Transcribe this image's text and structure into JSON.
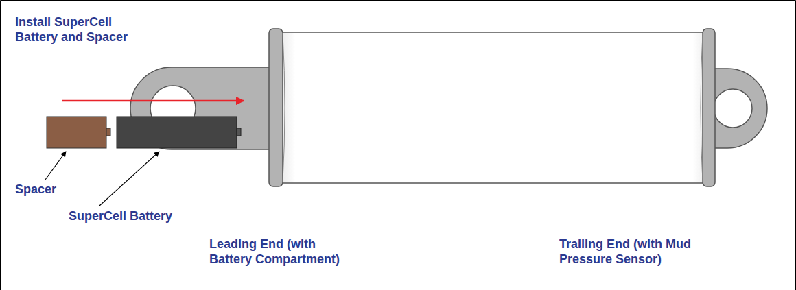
{
  "diagram": {
    "title": "Install SuperCell Battery and Spacer",
    "labels": [
      "Spacer",
      "SuperCell Battery",
      "Leading End (with Battery Compartment)",
      "Trailing End (with Mud Pressure Sensor)"
    ]
  }
}
